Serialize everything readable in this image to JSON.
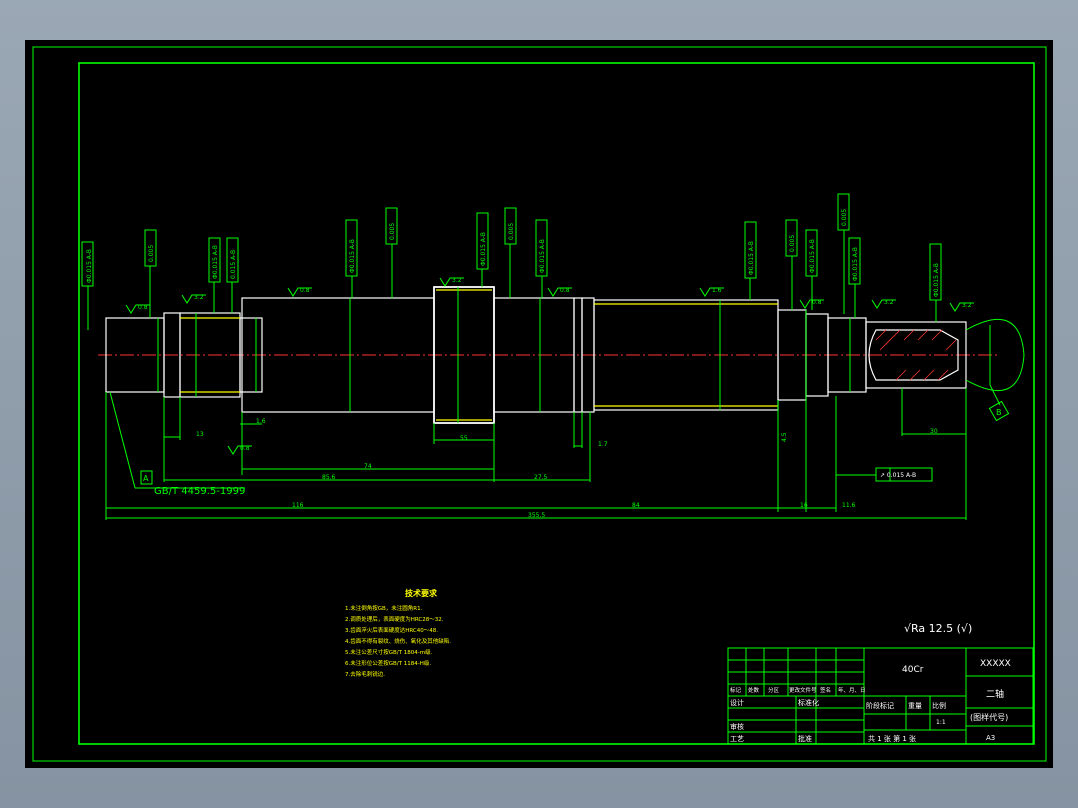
{
  "colors": {
    "frame": "#00ff00",
    "outline": "#ffffff",
    "centerline": "#ff3333",
    "note_text": "#ffff00",
    "paper": "#000000"
  },
  "callouts_left": [
    "Φ0.015 A-B",
    "0.005",
    "Φ0.015 A-B",
    "0.015 A-B"
  ],
  "callouts_mid": [
    "Φ0.015 A-B",
    "0.005",
    "Φ0.015 A-B",
    "0.005",
    "Φ0.015 A-B"
  ],
  "callouts_right": [
    "Φ0.015 A-B",
    "0.005",
    "Φ0.015 A-B",
    "0.005",
    "Φ0.015 A-B",
    "Φ0.015 A-B"
  ],
  "roughness_marks": [
    "0.8",
    "3.2",
    "0.8",
    "3.2",
    "0.8",
    "1.6",
    "0.8",
    "3.2",
    "0.8",
    "3.2"
  ],
  "dimensions": {
    "d1": "13",
    "d2": "1.6",
    "d3": "74",
    "d4": "55",
    "d5": "85.6",
    "d6": "1.7",
    "d7": "27.5",
    "d8": "116",
    "d9": "84",
    "d10": "16",
    "d11": "11.6",
    "d12": "355.5",
    "d13": "30",
    "d14": "4.5"
  },
  "datum_a": "A",
  "datum_b": "B",
  "standard_ref": "GB/T 4459.5-1999",
  "runout_box": "↗ 0.015 A-B",
  "notes": {
    "title": "技术要求",
    "lines": [
      "1.未注倒角按GB，未注圆角R1.",
      "2.调质处理后，表面硬度为HRC28～32.",
      "3.齿面淬火后表面硬度达HRC40～48.",
      "4.齿面不得有裂纹、烧伤、氧化及其他缺陷.",
      "5.未注公差尺寸按GB/T 1804-m级.",
      "6.未注形位公差按GB/T 1184-H级.",
      "7.去除毛刺锐边."
    ]
  },
  "roughness_general": "√Ra 12.5 (√)",
  "title_block": {
    "material": "40Cr",
    "company": "XXXXX",
    "part_name": "二轴",
    "drawing_no": "(图样代号)",
    "row_labels": [
      "标记",
      "处数",
      "分区",
      "更改文件号",
      "签名",
      "年、月、日"
    ],
    "design": "设计",
    "standard": "标准化",
    "stage_mark": "阶段标记",
    "weight": "重量",
    "scale": "比例",
    "scale_value": "1:1",
    "review": "审核",
    "process": "工艺",
    "approve": "批准",
    "sheet": "共 1 张  第 1 张",
    "size": "A3"
  }
}
